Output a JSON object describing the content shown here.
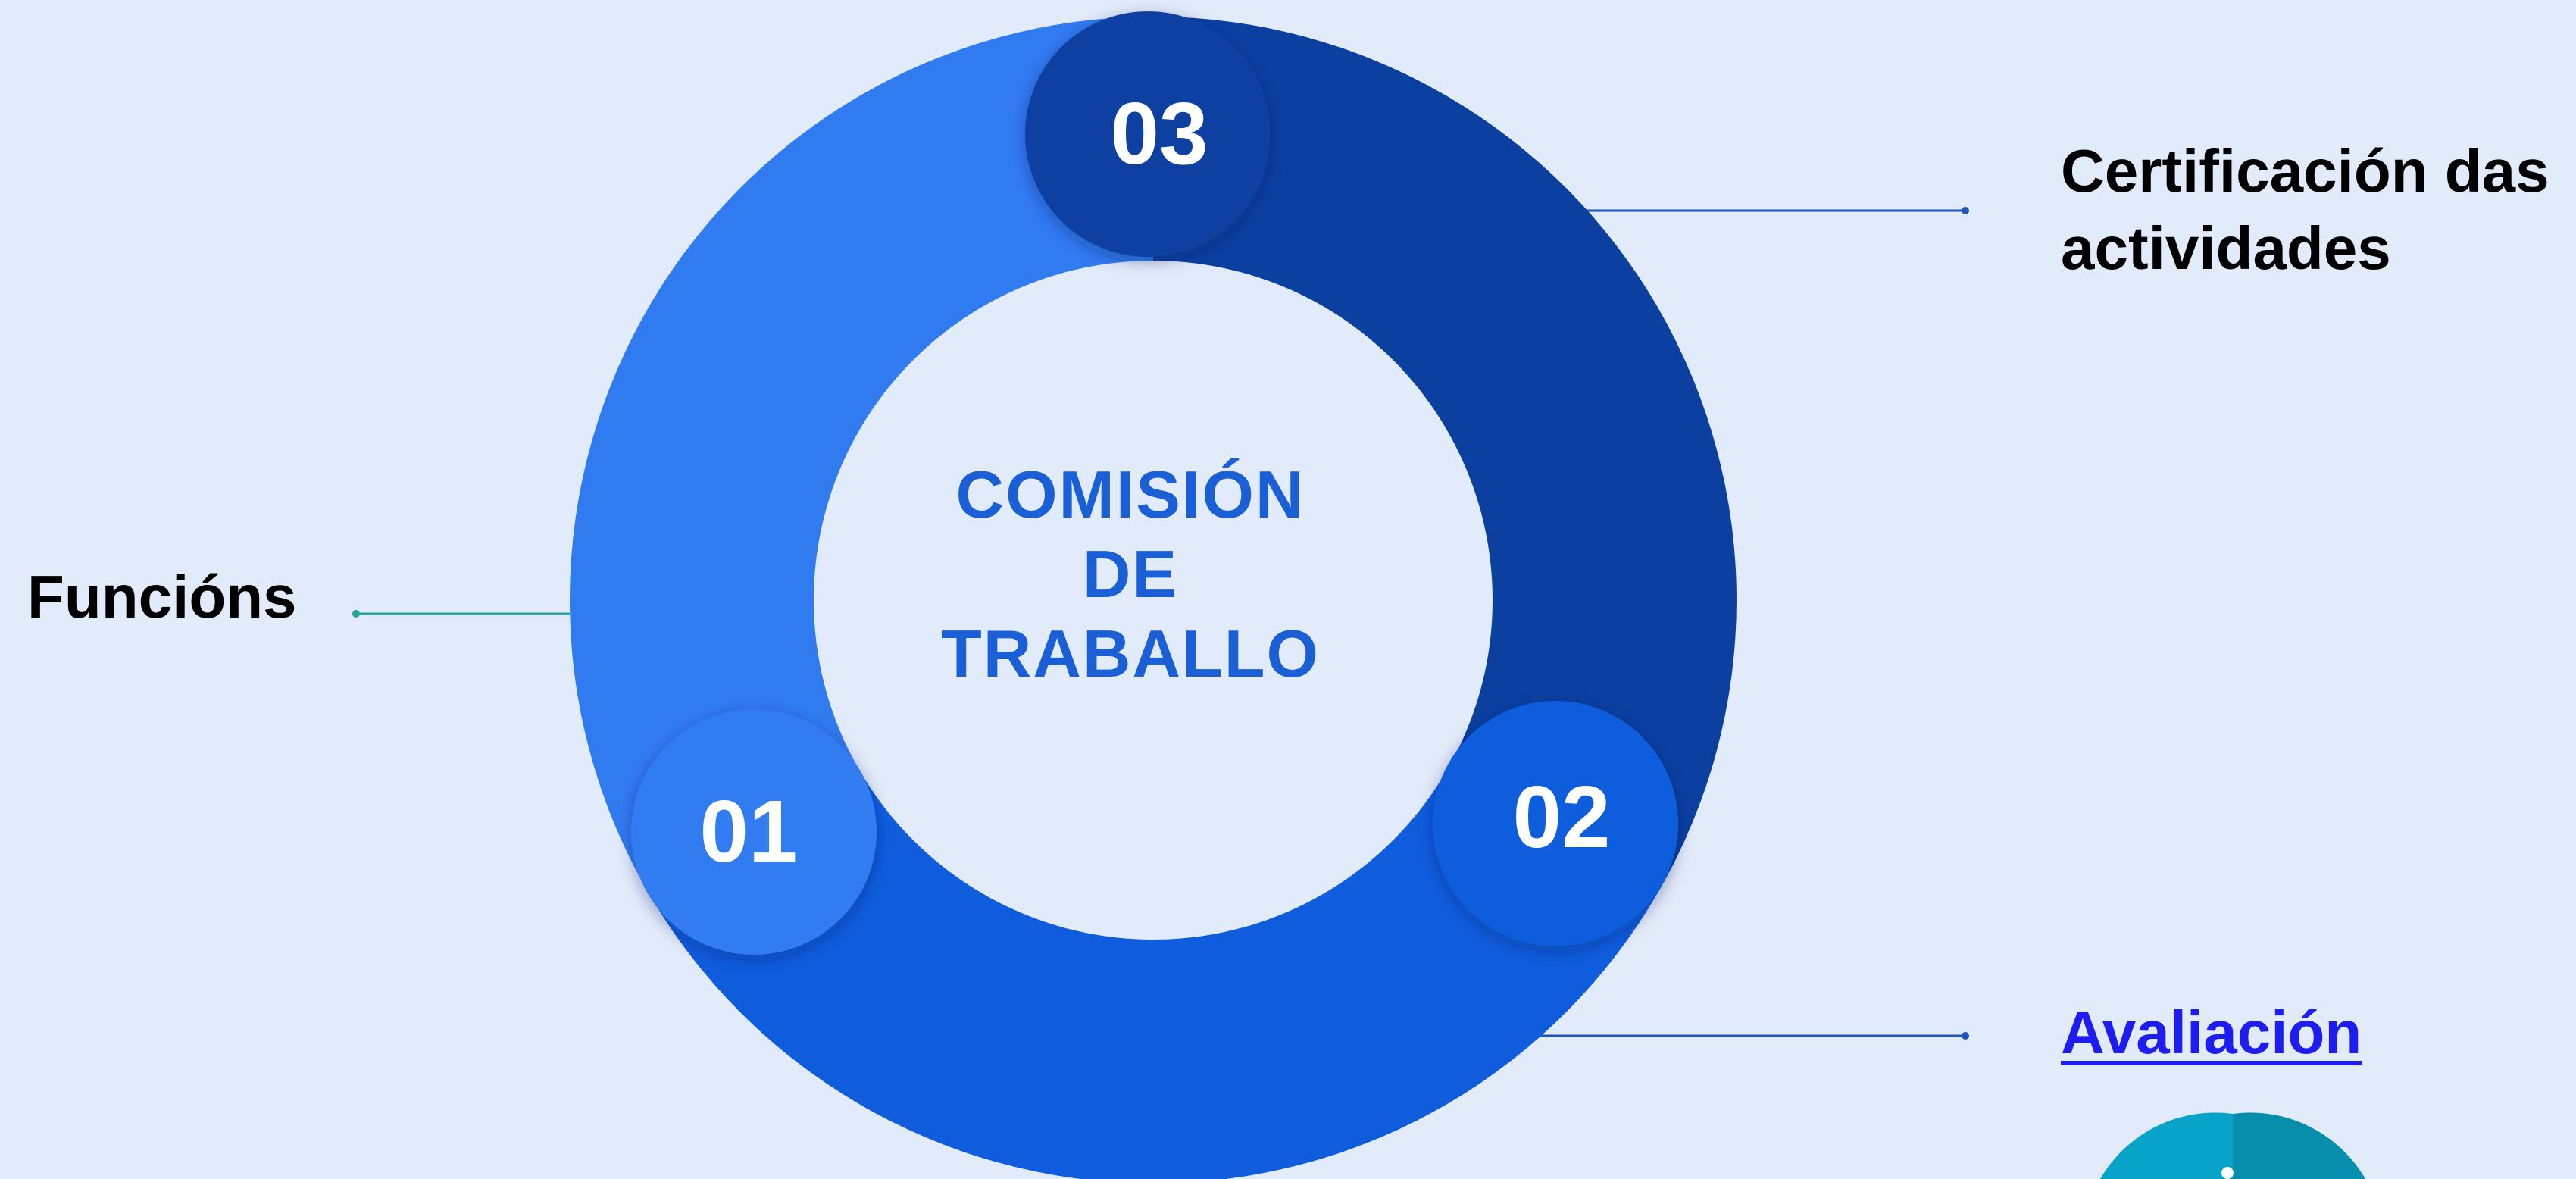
{
  "center_title": {
    "lines": [
      "COMISIÓN",
      "DE",
      "TRABALLO"
    ],
    "color": "#1a5fd6"
  },
  "segments": [
    {
      "number": "01",
      "label": "Funcións",
      "color": "#317bf1",
      "label_color": "#000000",
      "link": false
    },
    {
      "number": "02",
      "label": "Avaliación",
      "color": "#0f5ddd",
      "label_color": "#1d1df0",
      "link": true
    },
    {
      "number": "03",
      "label": "Certificación das actividades",
      "color": "#0b40a0",
      "label_color": "#000000",
      "link": false
    }
  ],
  "labels": {
    "funcions": "Funcións",
    "certificacion_line1": "Certificación das",
    "certificacion_line2": "actividades",
    "avaliacion": "Avaliación"
  },
  "colors": {
    "background": "#e2ebfa",
    "connector_teal": "#2aa39a",
    "connector_blue": "#1e55b8",
    "partial_icon_teal": "#07a3c8",
    "partial_icon_dark_teal": "#078eac"
  },
  "partial_icon": "partial-teal-circle-icon"
}
